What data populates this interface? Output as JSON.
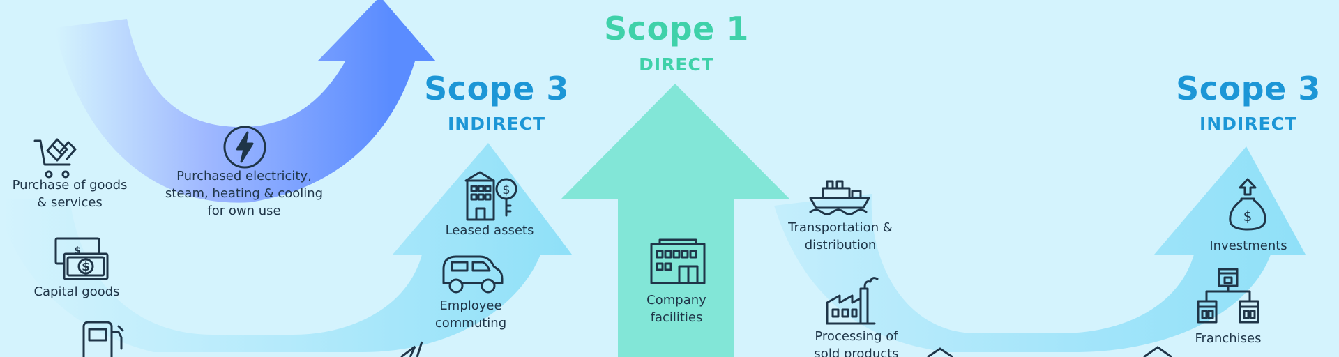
{
  "scopes": {
    "scope1": {
      "title": "Scope 1",
      "subtitle": "DIRECT",
      "color": "#3fd1a9"
    },
    "scope3_left": {
      "title": "Scope 3",
      "subtitle": "INDIRECT",
      "color": "#1c96d6"
    },
    "scope3_right": {
      "title": "Scope 3",
      "subtitle": "INDIRECT",
      "color": "#1c96d6"
    }
  },
  "items": {
    "purchase_goods": {
      "label": "Purchase of goods\n& services",
      "icon": "shopping-cart-icon"
    },
    "purchased_electricity": {
      "label": "Purchased electricity,\nsteam, heating & cooling\nfor own use",
      "icon": "lightning-icon"
    },
    "capital_goods": {
      "label": "Capital goods",
      "icon": "banknotes-icon"
    },
    "fuel_energy": {
      "icon": "fuel-pump-icon"
    },
    "leased_assets": {
      "label": "Leased assets",
      "icon": "building-key-icon"
    },
    "employee_commuting": {
      "label": "Employee\ncommuting",
      "icon": "car-icon"
    },
    "company_facilities": {
      "label": "Company\nfacilities",
      "icon": "factory-building-icon"
    },
    "transportation": {
      "label": "Transportation &\ndistribution",
      "icon": "ship-icon"
    },
    "processing": {
      "label": "Processing of\nsold products",
      "icon": "factory-icon"
    },
    "investments": {
      "label": "Investments",
      "icon": "money-bag-icon"
    },
    "franchises": {
      "label": "Franchises",
      "icon": "stores-icon"
    }
  },
  "colors": {
    "background": "#d4f3fd",
    "scope2_arrow": "#5a8cff",
    "scope1_arrow": "#82e6d7",
    "scope3_arrow": "#8fe0f8",
    "text": "#1f3548"
  }
}
